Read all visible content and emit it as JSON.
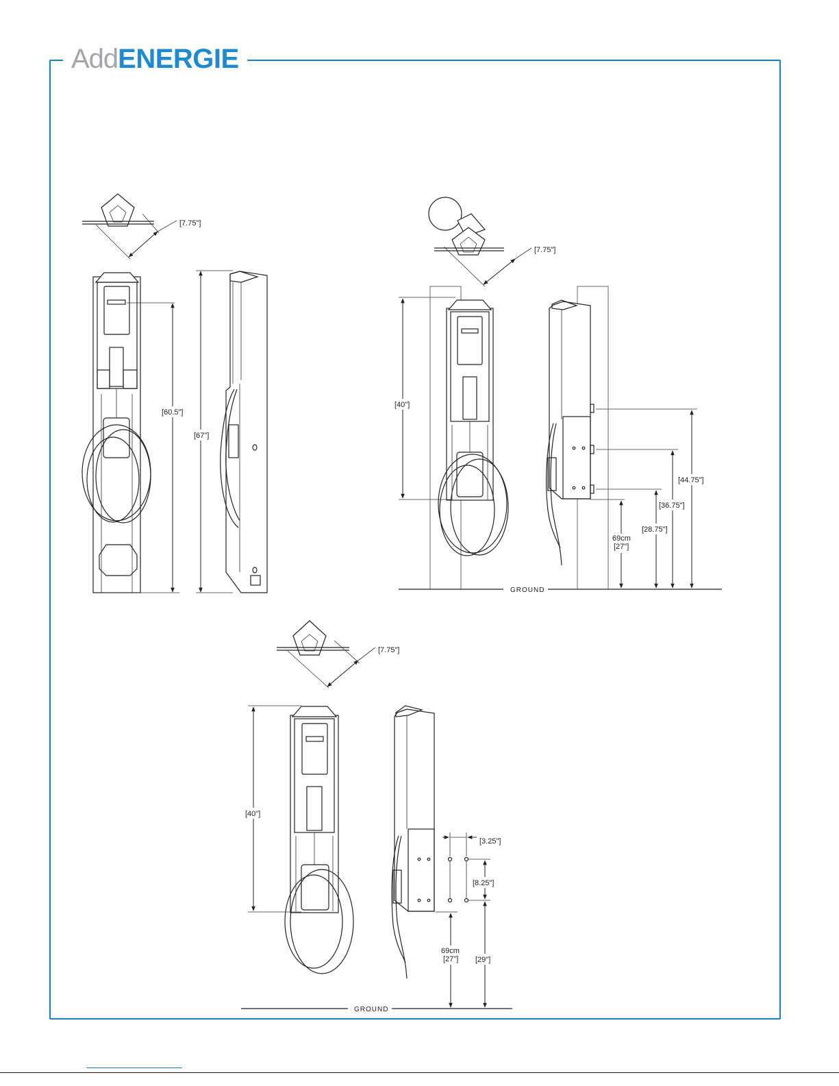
{
  "brand": {
    "add": "Add",
    "energie": "ENERGIE",
    "frame_color": "#1e80c3",
    "add_color": "#a3a5a8",
    "energie_color": "#1f8ad0"
  },
  "views": {
    "pedestal": {
      "depth_label": "[7.75\"]",
      "height_to_screen": "[60.5\"]",
      "total_height": "[67\"]"
    },
    "pole_mount": {
      "depth_label": "[7.75\"]",
      "unit_height": "[40\"]",
      "bracket_top": "[44.75\"]",
      "bracket_mid": "[36.75\"]",
      "bracket_low": "[28.75\"]",
      "base_cm": "69cm",
      "base_in": "[27\"]",
      "ground": "GROUND"
    },
    "wall_mount": {
      "depth_label": "[7.75\"]",
      "unit_height": "[40\"]",
      "hole_spacing_h": "[3.25\"]",
      "hole_spacing_v": "[8.25\"]",
      "base_cm": "69cm",
      "base_in": "[27\"]",
      "hole_height": "[29\"]",
      "ground": "GROUND"
    }
  }
}
